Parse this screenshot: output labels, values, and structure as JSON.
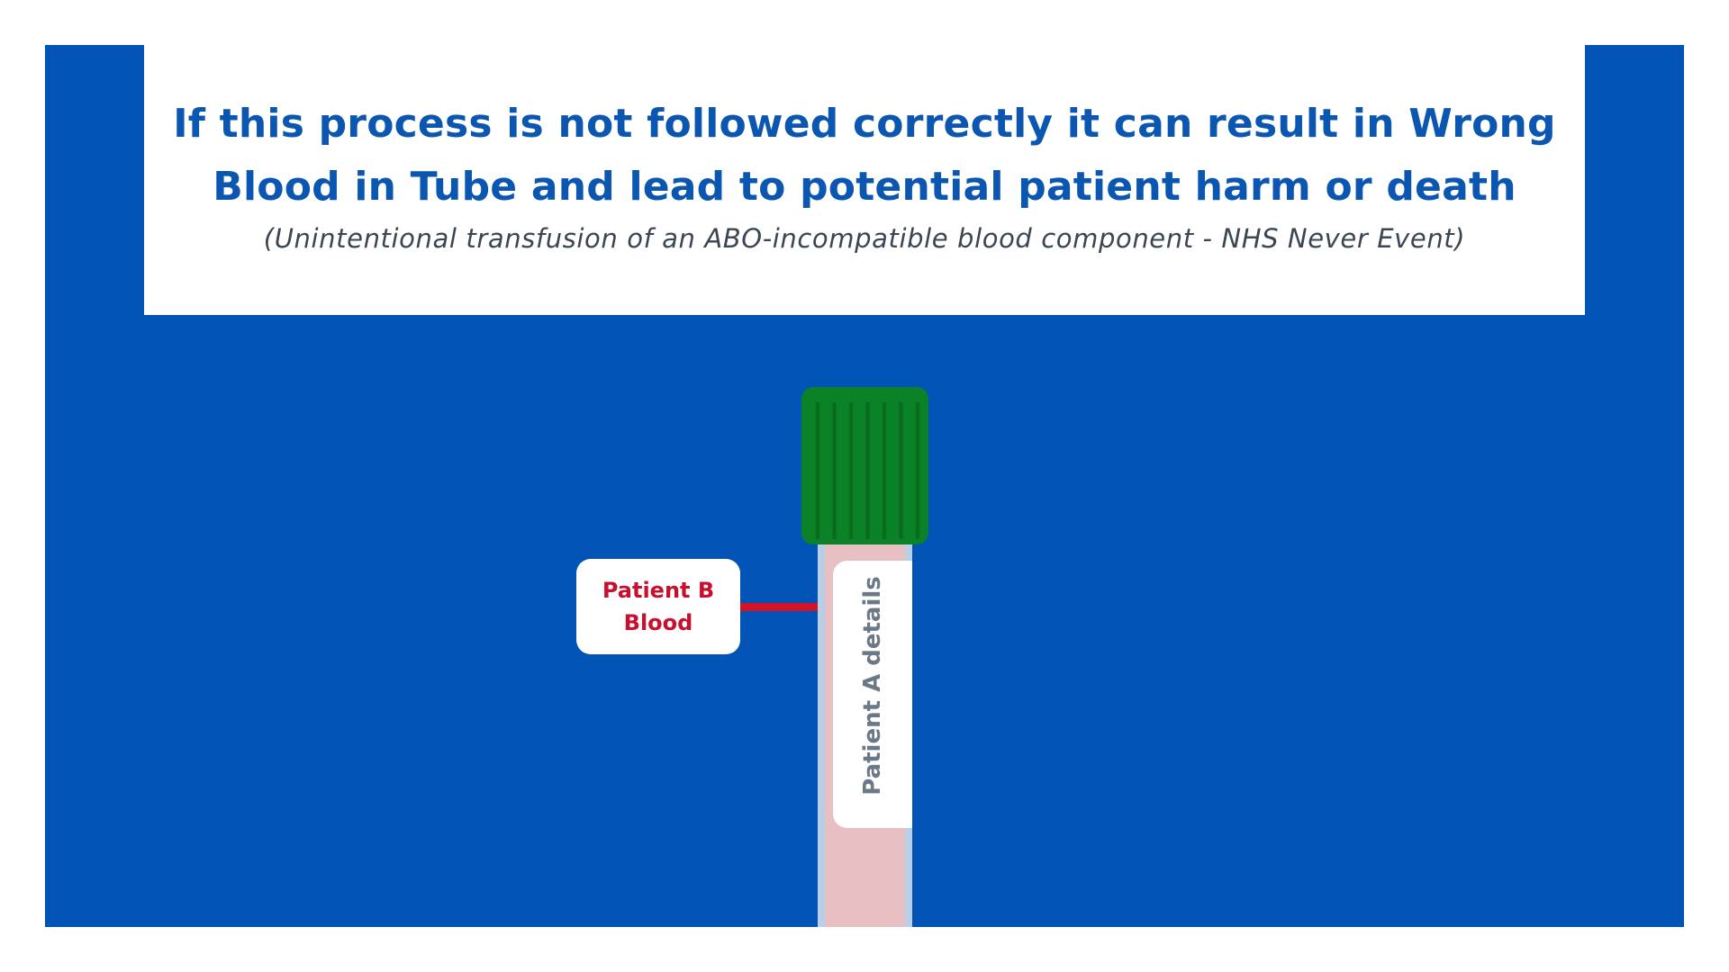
{
  "banner": {
    "title_lines": [
      "If this process is not followed correctly it can result in Wrong",
      "Blood in Tube and lead to potential patient harm or death"
    ],
    "subtitle": "(Unintentional transfusion of an ABO-incompatible blood component - NHS Never Event)"
  },
  "illustration": {
    "callout": {
      "lines": [
        "Patient B",
        "Blood"
      ]
    },
    "tube_label": "Patient A details",
    "icons": [
      "blood-sample-tube-icon",
      "tube-cap-icon"
    ]
  },
  "colors": {
    "panel_blue": "#0153b6",
    "title_blue": "#0a56b0",
    "subtitle_gray": "#3a4654",
    "callout_red": "#c8102e",
    "connector_red": "#d2142b",
    "cap_green": "#0b8227",
    "blood_pink": "#e8c0c4",
    "tube_glass": "#b9cfe6",
    "label_text_gray": "#6a7888"
  }
}
